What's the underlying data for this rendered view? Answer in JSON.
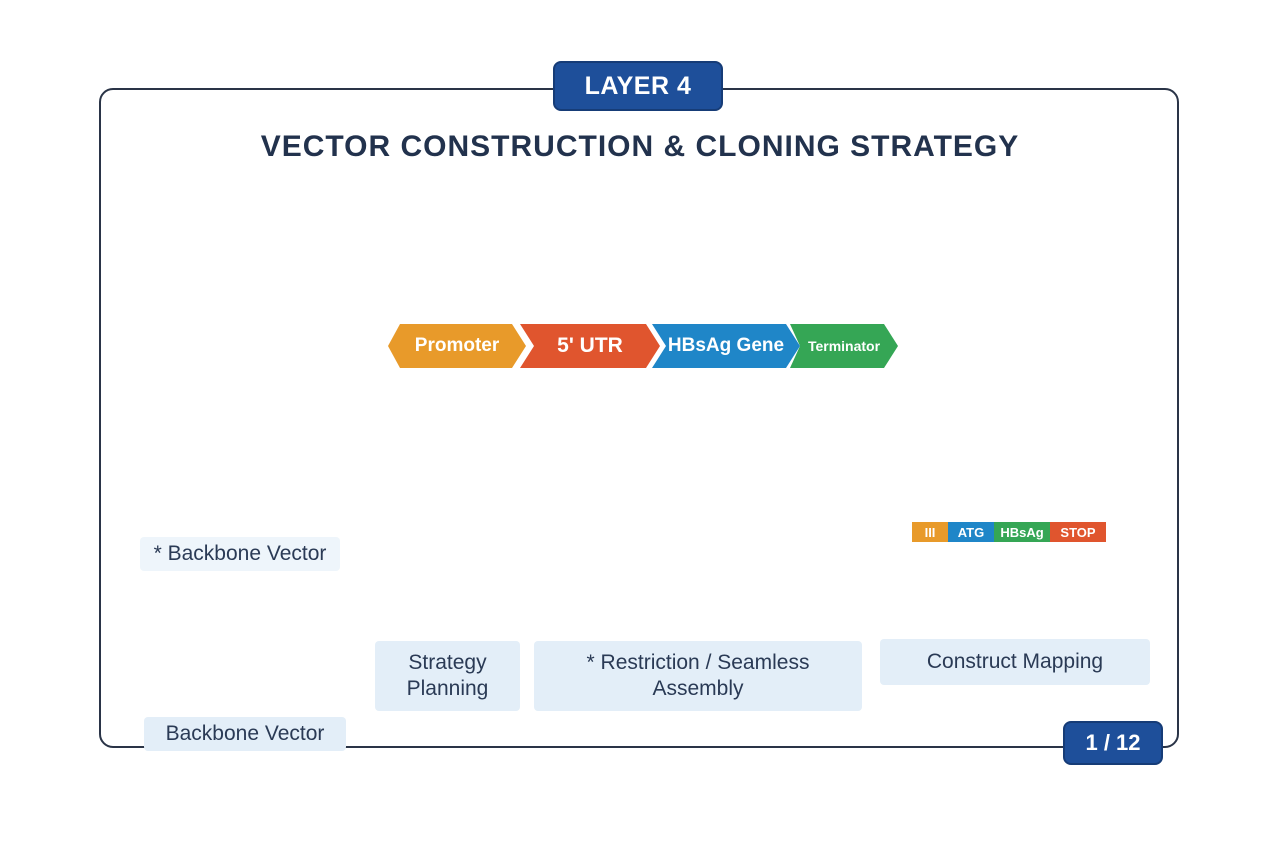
{
  "header": {
    "layer_badge": "LAYER 4",
    "title": "VECTOR CONSTRUCTION & CLONING STRATEGY",
    "page_badge": "1 / 12"
  },
  "gene_cassette": {
    "segments": [
      {
        "label": "Promoter",
        "color": "#e89a2a"
      },
      {
        "label": "5' UTR",
        "color": "#e0552e"
      },
      {
        "label": "HBsAg Gene",
        "color": "#1f86c8"
      },
      {
        "label": "Terminator",
        "color": "#35a655"
      }
    ]
  },
  "construct_strip": {
    "segments": [
      {
        "label": "III",
        "color": "#e89a2a"
      },
      {
        "label": "ATG",
        "color": "#1f86c8"
      },
      {
        "label": "HBsAg",
        "color": "#35a655"
      },
      {
        "label": "STOP",
        "color": "#e0552e"
      }
    ]
  },
  "labels": {
    "backbone_upper": "* Backbone Vector",
    "backbone_lower": "Backbone Vector",
    "strategy_line1": "Strategy",
    "strategy_line2": "Planning",
    "restriction_line1": "* Restriction / Seamless",
    "restriction_line2": "Assembly",
    "construct_mapping": "Construct Mapping"
  },
  "colors": {
    "badge": "#1e4f9a",
    "monitor_frame": "#2f76c9",
    "check_green": "#3aa64a",
    "folder": "#f2d489"
  }
}
